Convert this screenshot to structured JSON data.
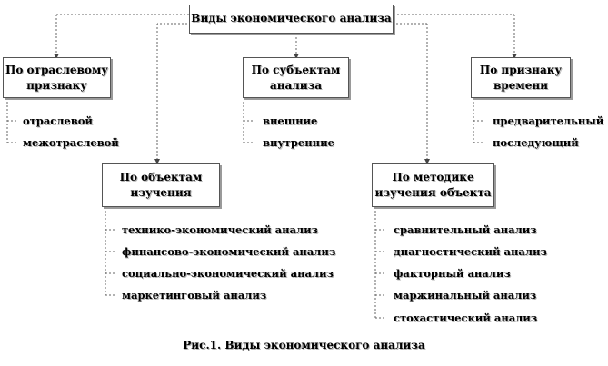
{
  "root": {
    "title": "Виды экономического анализа"
  },
  "boxes": {
    "branch": {
      "line1": "По отраслевому",
      "line2": "признаку",
      "items": [
        "отраслевой",
        "межотраслевой"
      ]
    },
    "subjects": {
      "line1": "По субъектам",
      "line2": "анализа",
      "items": [
        "внешние",
        "внутренние"
      ]
    },
    "time": {
      "line1": "По признаку",
      "line2": "времени",
      "items": [
        "предварительный",
        "последующий"
      ]
    },
    "objects": {
      "line1": "По объектам",
      "line2": "изучения",
      "items": [
        "технико-экономический анализ",
        "финансово-экономический анализ",
        "социально-экономический анализ",
        "маркетинговый анализ"
      ]
    },
    "method": {
      "line1": "По методике",
      "line2": "изучения объекта",
      "items": [
        "сравнительный анализ",
        "диагностический анализ",
        "факторный анализ",
        "маржинальный анализ",
        "стохастический анализ"
      ]
    }
  },
  "caption": "Рис.1. Виды экономического анализа"
}
